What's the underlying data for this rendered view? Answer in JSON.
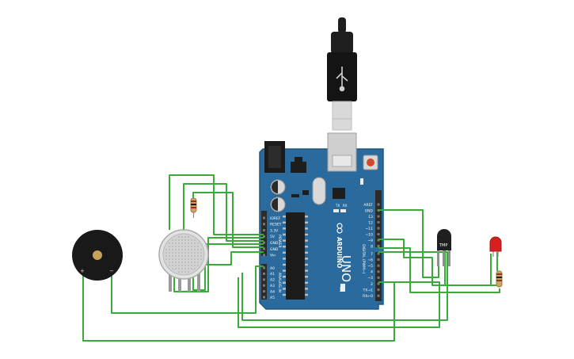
{
  "board": {
    "logo": "ARDUINO",
    "model": "UNO",
    "power_header": "POWER",
    "analog_header": "ANALOG IN",
    "digital_header": "DIGITAL (PWM~)",
    "on_label": "ON",
    "tx_label": "TX",
    "rx_label": "RX",
    "power_pins": [
      "IOREF",
      "RESET",
      "3.3V",
      "5V",
      "GND",
      "GND",
      "Vin"
    ],
    "analog_pins": [
      "A0",
      "A1",
      "A2",
      "A3",
      "A4",
      "A5"
    ],
    "digital_pins_top": [
      "AREF",
      "GND",
      "13",
      "12",
      "~11",
      "~10",
      "~9",
      "8"
    ],
    "digital_pins_bottom": [
      "7",
      "~6",
      "~5",
      "4",
      "~3",
      "2",
      "TX→1",
      "RX←0"
    ]
  },
  "sensor": {
    "label": "TMP"
  },
  "buzzer": {
    "plus": "+",
    "minus": "−"
  },
  "colors": {
    "board": "#2a6a9c",
    "board_dark": "#1f5680",
    "wire": "#3aaa3a",
    "header": "#2b2b2b",
    "resistor": "#c9a267",
    "led": "#d62020"
  }
}
